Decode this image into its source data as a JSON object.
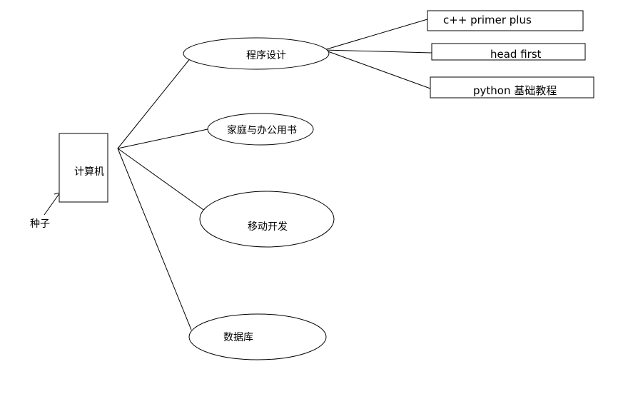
{
  "diagram": {
    "root": {
      "label": "计算机"
    },
    "seed": {
      "label": "种子"
    },
    "categories": [
      {
        "label": "程序设计"
      },
      {
        "label": "家庭与办公用书"
      },
      {
        "label": "移动开发"
      },
      {
        "label": "数据库"
      }
    ],
    "books": [
      {
        "label": "c++ primer plus"
      },
      {
        "label": "head first"
      },
      {
        "label": "python 基础教程"
      }
    ]
  }
}
